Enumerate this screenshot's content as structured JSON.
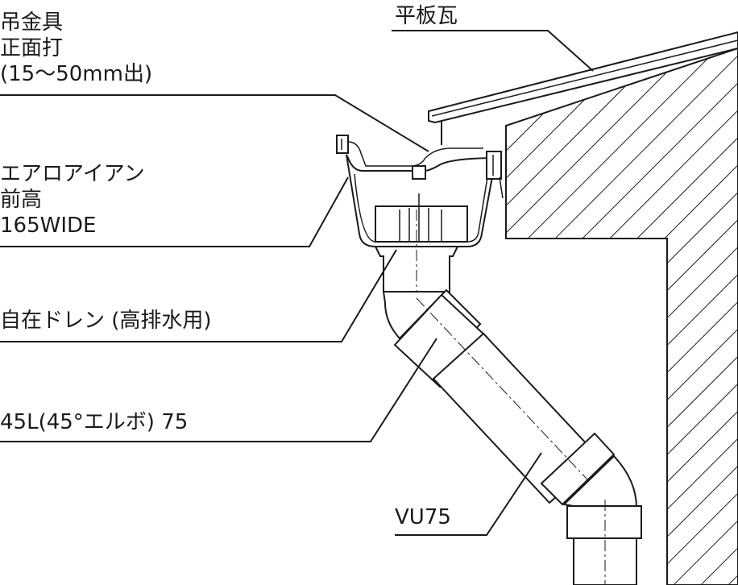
{
  "labels": {
    "hanger": [
      "吊金具",
      "正面打",
      "(15〜50mm出)"
    ],
    "roof_tile": "平板瓦",
    "gutter": [
      "エアロアイアン",
      "前高",
      "165WIDE"
    ],
    "drain": "自在ドレン (高排水用)",
    "elbow": "45L(45°エルボ) 75",
    "pipe": "VU75"
  },
  "colors": {
    "ink": "#1a1a1a",
    "background": "#ffffff"
  }
}
